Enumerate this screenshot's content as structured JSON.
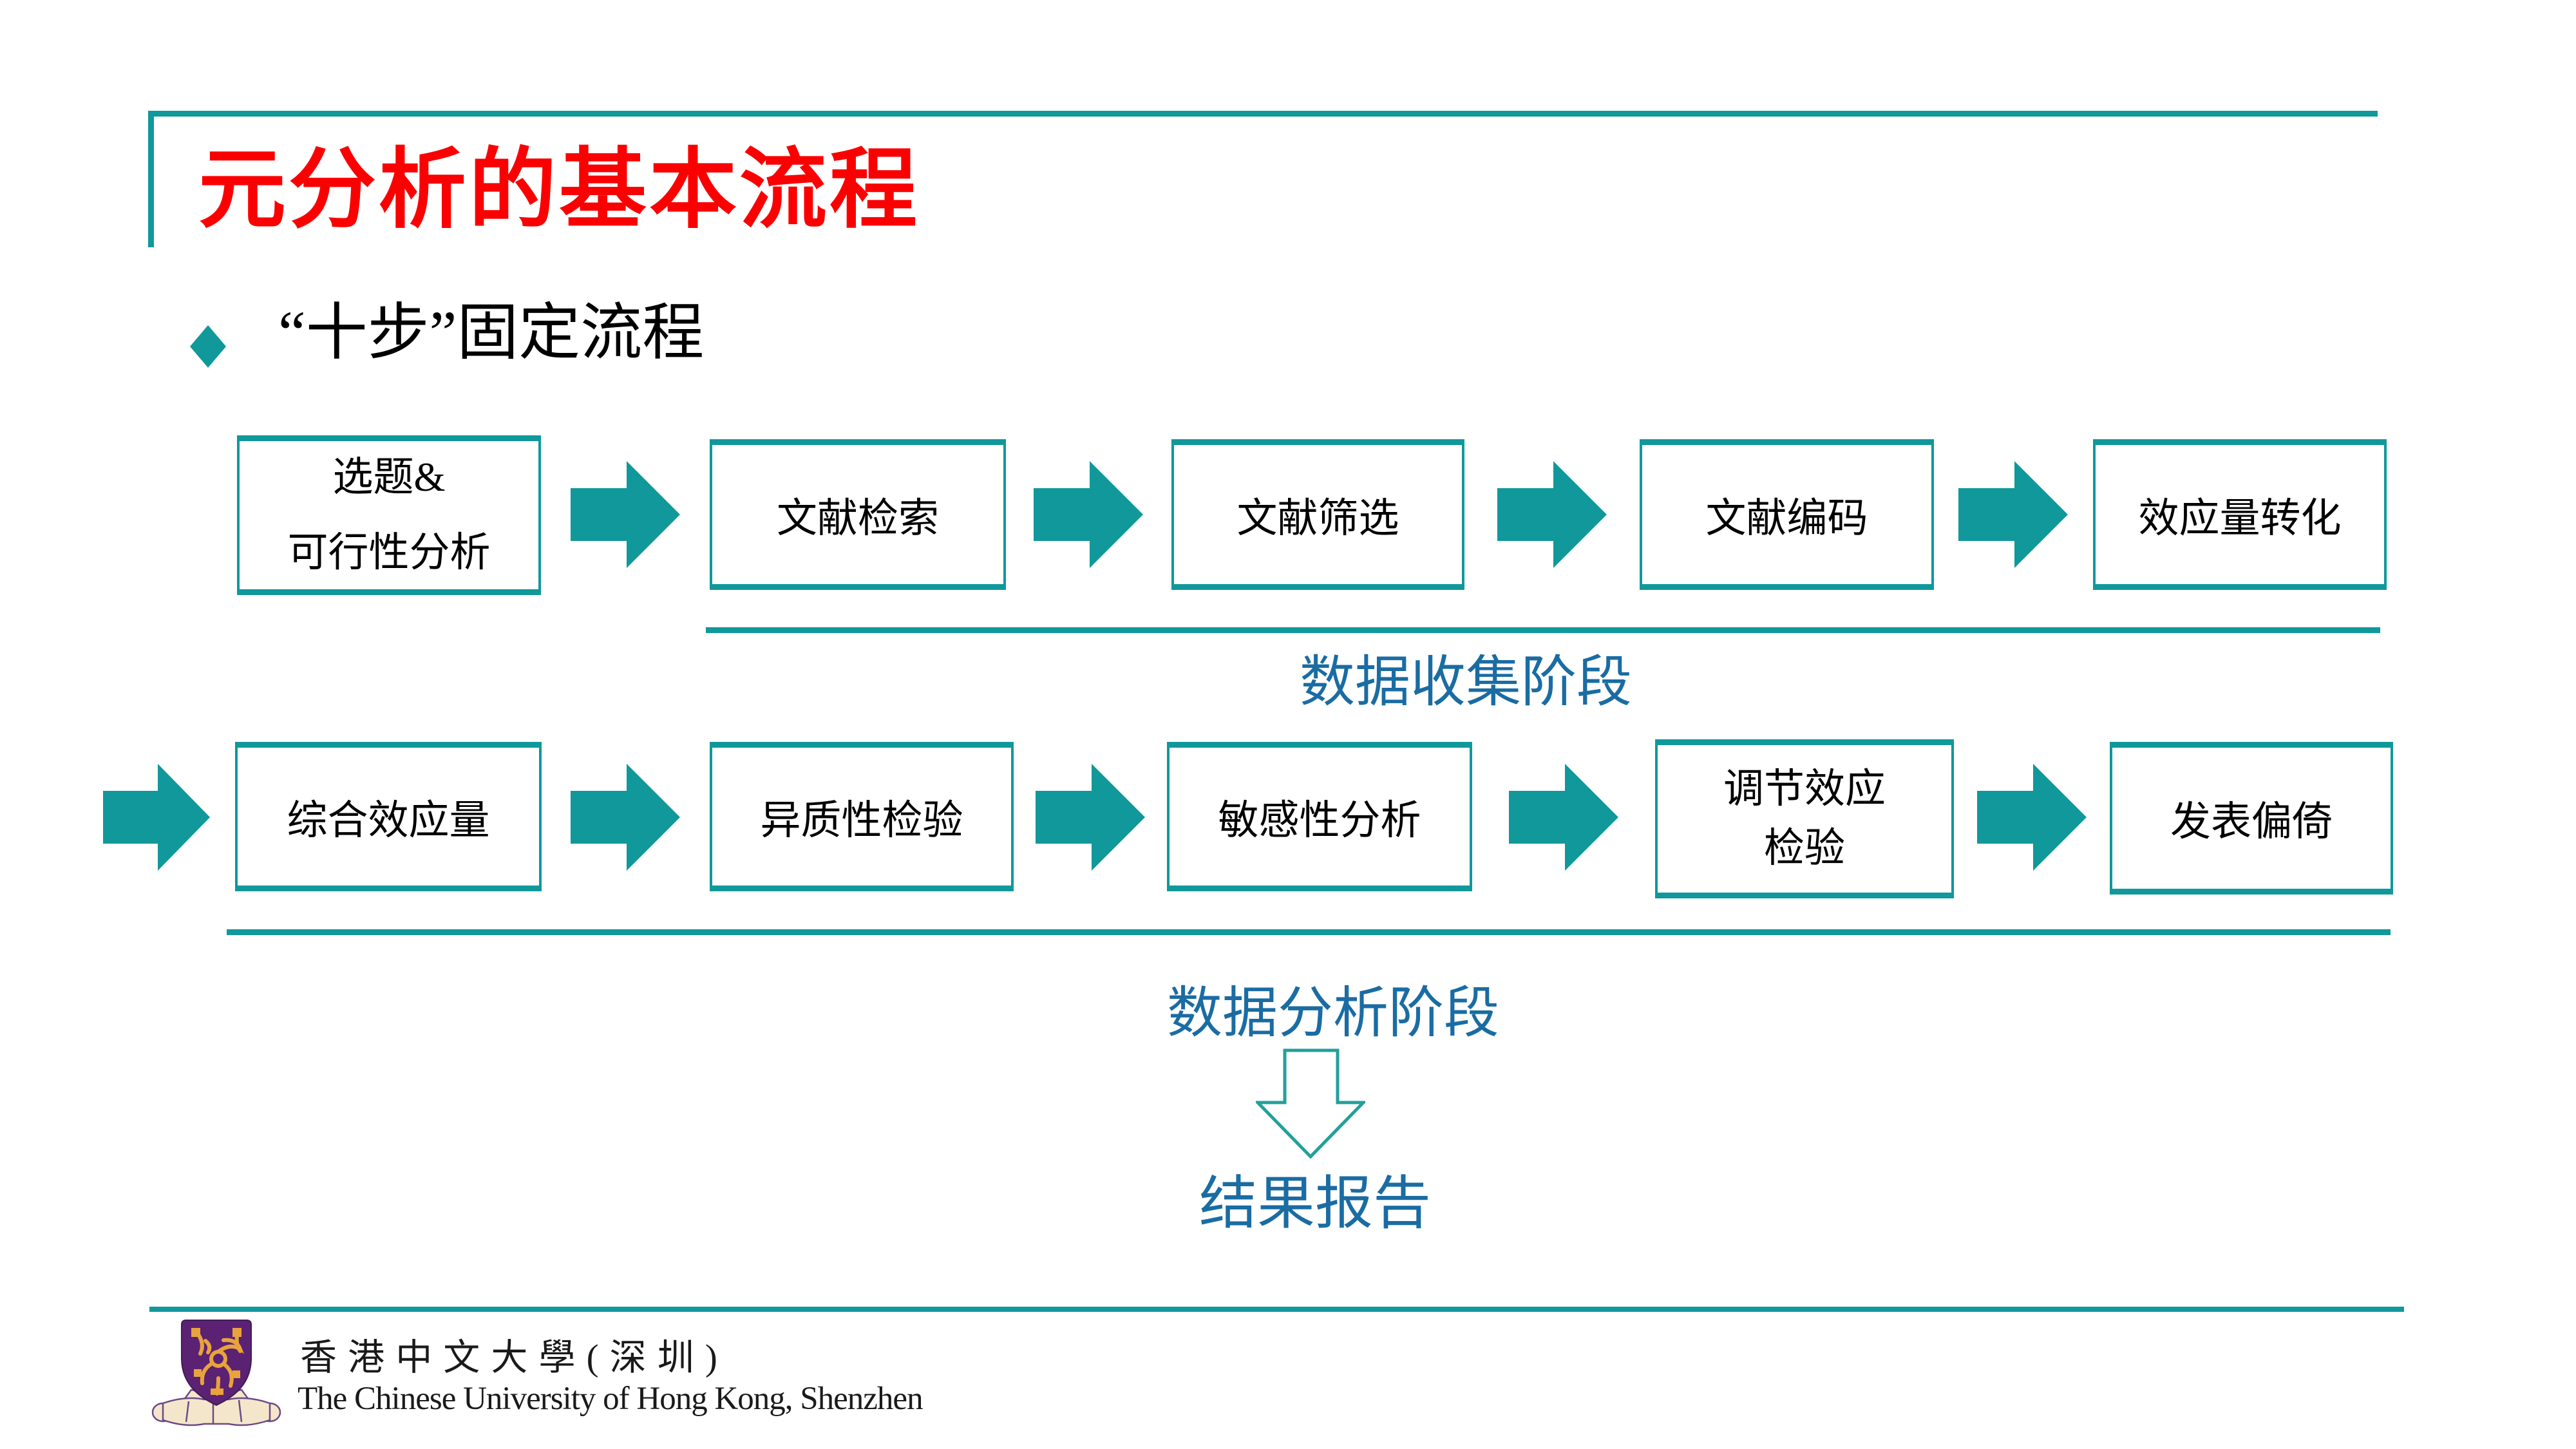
{
  "slide_title": "元分析的基本流程",
  "bullet_item": "“十步”固定流程",
  "flowchart": {
    "row1": [
      {
        "label": "选题&\n可行性分析"
      },
      {
        "label": "文献检索"
      },
      {
        "label": "文献筛选"
      },
      {
        "label": "文献编码"
      },
      {
        "label": "效应量转化"
      }
    ],
    "row2": [
      {
        "label": "综合效应量"
      },
      {
        "label": "异质性检验"
      },
      {
        "label": "敏感性分析"
      },
      {
        "label": "调节效应\n检验"
      },
      {
        "label": "发表偏倚"
      }
    ],
    "stage_labels": {
      "collection": "数据收集阶段",
      "analysis": "数据分析阶段",
      "result": "结果报告"
    }
  },
  "footer": {
    "university_cn": "香港中文大學(深圳)",
    "university_en": "The Chinese University of Hong Kong, Shenzhen"
  },
  "colors": {
    "accent_teal": "#10989B",
    "title_red": "#FB0000",
    "stage_blue": "#1A6CA3",
    "logo_purple": "#5B2273",
    "logo_gold": "#E8A33D",
    "logo_cream": "#F4E6CA"
  }
}
